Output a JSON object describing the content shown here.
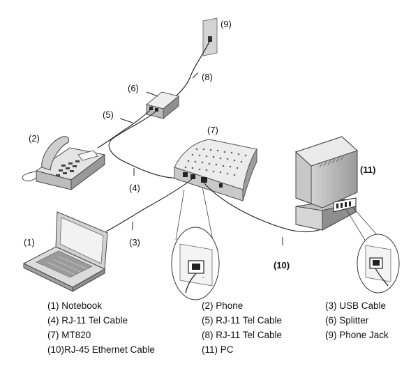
{
  "callouts": {
    "c1": "(1)",
    "c2": "(2)",
    "c3": "(3)",
    "c4": "(4)",
    "c5": "(5)",
    "c6": "(6)",
    "c7": "(7)",
    "c8": "(8)",
    "c9": "(9)",
    "c10": "(10)",
    "c11": "(11)"
  },
  "legend": {
    "col1": [
      "(1) Notebook",
      "(4) RJ-11 Tel Cable",
      "(7) MT820",
      "(10)RJ-45 Ethernet Cable"
    ],
    "col2": [
      "(2) Phone",
      "(5) RJ-11 Tel Cable",
      "(8) RJ-11 Tel Cable",
      "(11) PC"
    ],
    "col3": [
      "(3) USB Cable",
      "(6) Splitter",
      "(9) Phone Jack"
    ]
  }
}
